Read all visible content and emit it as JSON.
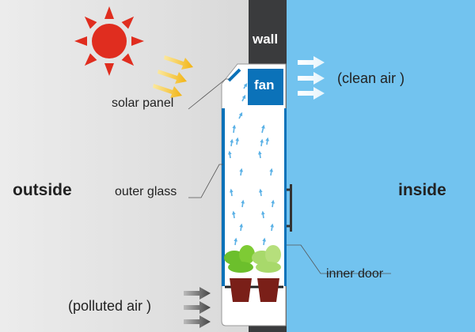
{
  "labels": {
    "wall": "wall",
    "fan": "fan",
    "clean_air": "(clean air )",
    "solar_panel": "solar panel",
    "outer_glass": "outer glass",
    "outside": "outside",
    "inside": "inside",
    "inner_door": "inner door",
    "polluted_air": "(polluted air )"
  },
  "colors": {
    "outside_bg": "#e2e2e2",
    "inside_bg": "#72c3ef",
    "wall": "#3a3b3d",
    "fan": "#0b72b9",
    "sun": "#e02d1f",
    "sun_arrows": "#f2b414"
  }
}
